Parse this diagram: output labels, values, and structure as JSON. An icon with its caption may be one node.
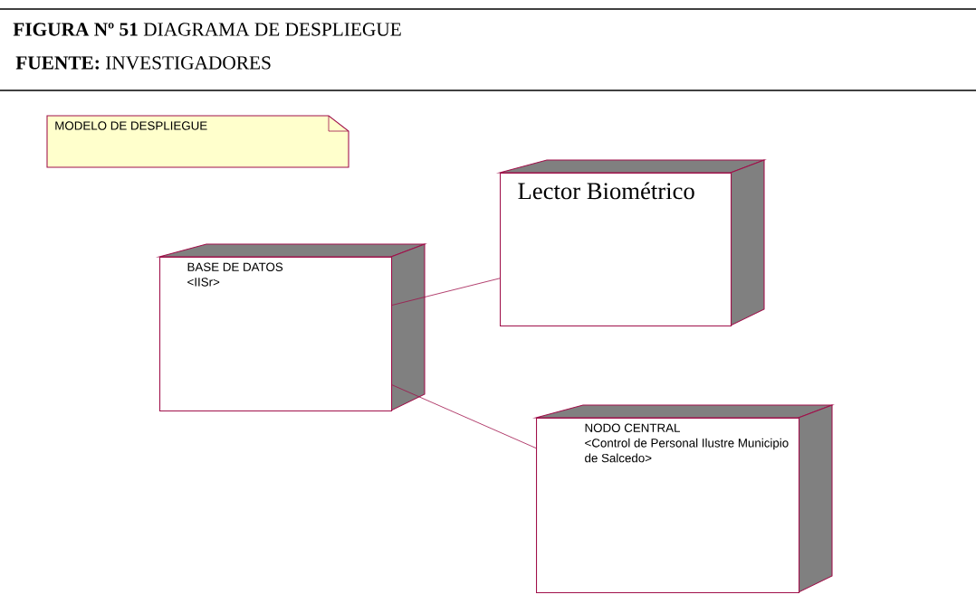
{
  "diagram": {
    "title": "**FIGURA Nº 51** DIAGRAMA DE DESPLIEGUE",
    "caption": "**FUENTE:** INVESTIGADORES",
    "nodes": [
      {
        "text": [
          "MODELO DE DESPLIEGUE"
        ]
      },
      {
        "text": [
          "BASE DE DATOS",
          "<IISr>"
        ]
      },
      {
        "text": [
          "Lector Biométrico"
        ]
      },
      {
        "text": [
          "NODO CENTRAL",
          "<Control de Personal Ilustre Municipio de Salcedo>"
        ]
      }
    ],
    "edges": [
      {
        "from": 1,
        "to": 2,
        "arrow": "none"
      },
      {
        "from": 1,
        "to": 3,
        "arrow": "none"
      }
    ]
  }
}
